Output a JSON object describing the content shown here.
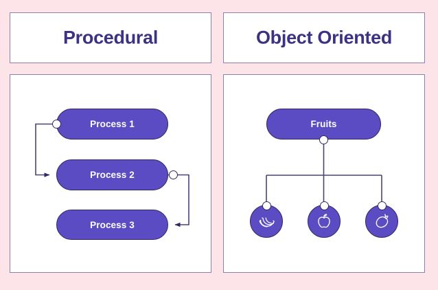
{
  "background_color": "#fce4e8",
  "accent_color": "#5b4cc4",
  "outline_color": "#2f2a60",
  "title_color": "#3b3283",
  "panel_border_color": "#8b7fae",
  "columns": [
    {
      "id": "procedural",
      "title": "Procedural",
      "nodes": [
        {
          "id": "process-1",
          "label": "Process 1"
        },
        {
          "id": "process-2",
          "label": "Process 2"
        },
        {
          "id": "process-3",
          "label": "Process 3"
        }
      ]
    },
    {
      "id": "object-oriented",
      "title": "Object Oriented",
      "root": {
        "id": "fruits",
        "label": "Fruits"
      },
      "children": [
        {
          "id": "banana",
          "icon": "banana-icon"
        },
        {
          "id": "apple",
          "icon": "apple-icon"
        },
        {
          "id": "mango",
          "icon": "mango-icon"
        }
      ]
    }
  ]
}
